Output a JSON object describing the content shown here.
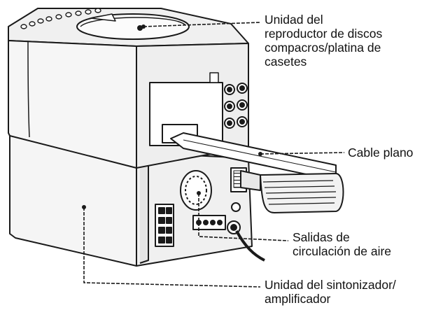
{
  "labels": {
    "cd_cassette_unit": [
      "Unidad del",
      "reproductor de discos",
      "compacros/platina de",
      "casetes"
    ],
    "flat_cable": [
      "Cable plano"
    ],
    "air_outlets": [
      "Salidas de",
      "circulación de aire"
    ],
    "tuner_amplifier_unit": [
      "Unidad del sintonizador/",
      "amplificador"
    ]
  },
  "colors": {
    "line": "#1a1a1a",
    "body_fill": "#f4f4f4",
    "shade_fill": "#e2e2e2",
    "background": "#ffffff"
  }
}
